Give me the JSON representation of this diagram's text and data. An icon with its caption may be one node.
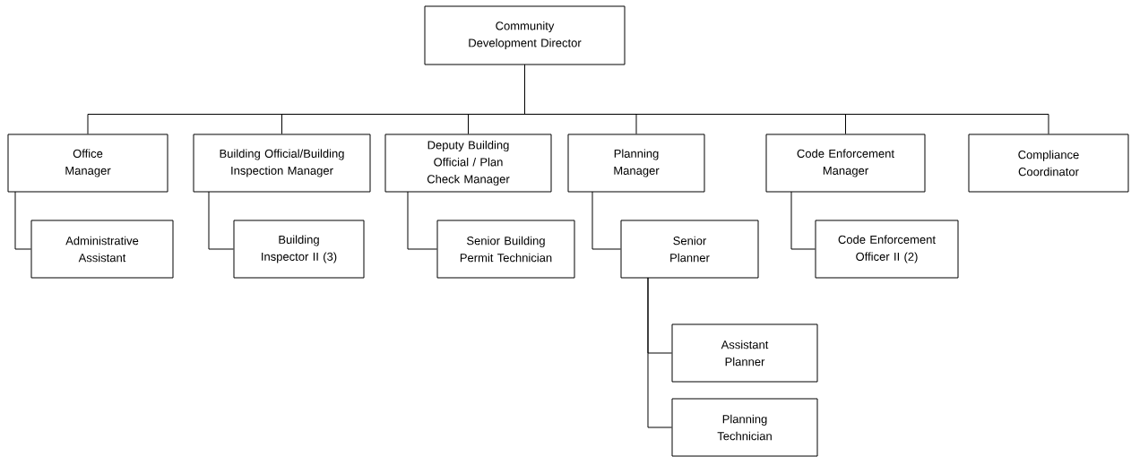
{
  "diagram": {
    "nodes": [
      {
        "text": [
          "Community Development Director"
        ]
      },
      {
        "text": [
          "Office Manager"
        ]
      },
      {
        "text": [
          "Building Official/Building Inspection Manager"
        ]
      },
      {
        "text": [
          "Deputy Building Official / Plan Check Manager"
        ]
      },
      {
        "text": [
          "Planning Manager"
        ]
      },
      {
        "text": [
          "Code Enforcement Manager"
        ]
      },
      {
        "text": [
          "Compliance Coordinator"
        ]
      },
      {
        "text": [
          "Administrative Assistant"
        ]
      },
      {
        "text": [
          "Building Inspector II (3)"
        ]
      },
      {
        "text": [
          "Senior Building Permit Technician"
        ]
      },
      {
        "text": [
          "Senior Planner"
        ]
      },
      {
        "text": [
          "Code Enforcement Officer II (2)"
        ]
      },
      {
        "text": [
          "Assistant Planner"
        ]
      },
      {
        "text": [
          "Planning Technician"
        ]
      }
    ],
    "edges": [
      {
        "from": 0,
        "to": 1,
        "arrow": "none"
      },
      {
        "from": 0,
        "to": 2,
        "arrow": "none"
      },
      {
        "from": 0,
        "to": 3,
        "arrow": "none"
      },
      {
        "from": 0,
        "to": 4,
        "arrow": "none"
      },
      {
        "from": 0,
        "to": 5,
        "arrow": "none"
      },
      {
        "from": 0,
        "to": 6,
        "arrow": "none"
      },
      {
        "from": 1,
        "to": 7,
        "arrow": "none"
      },
      {
        "from": 2,
        "to": 8,
        "arrow": "none"
      },
      {
        "from": 3,
        "to": 9,
        "arrow": "none"
      },
      {
        "from": 4,
        "to": 10,
        "arrow": "none"
      },
      {
        "from": 5,
        "to": 11,
        "arrow": "none"
      },
      {
        "from": 10,
        "to": 12,
        "arrow": "none"
      },
      {
        "from": 10,
        "to": 13,
        "arrow": "none"
      }
    ]
  }
}
